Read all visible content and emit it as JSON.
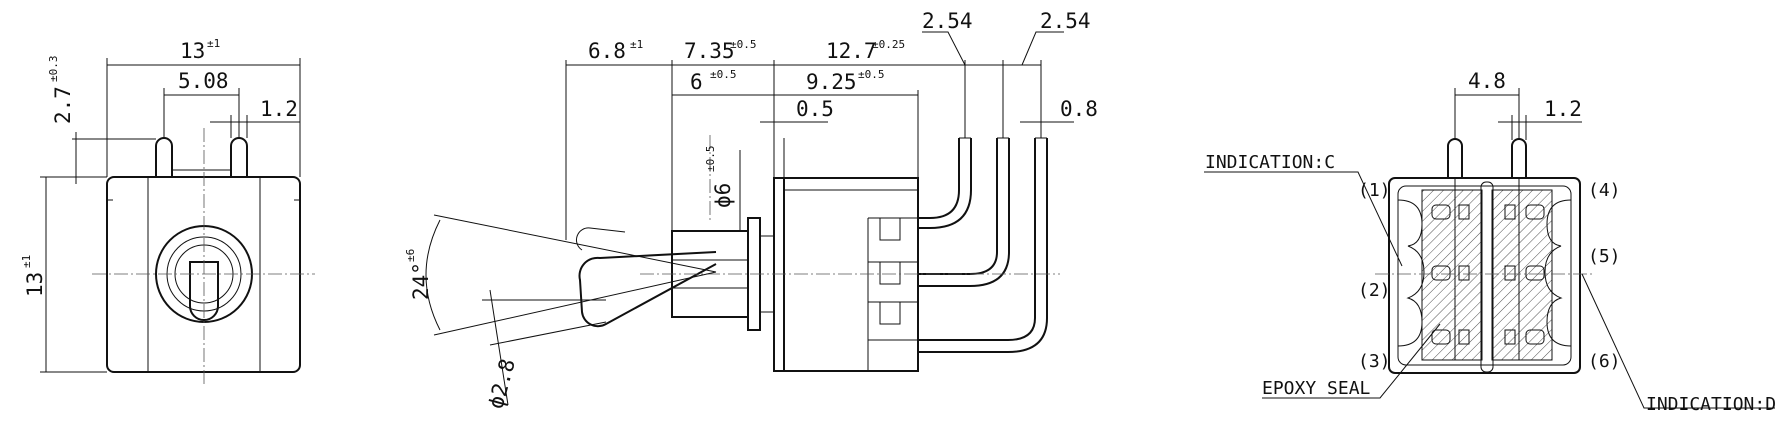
{
  "front_view": {
    "width_value": "13",
    "width_tol": "±1",
    "height_value": "13",
    "height_tol": "±1",
    "terminal_height_value": "2.7",
    "terminal_height_tol": "±0.3",
    "terminal_pitch": "5.08",
    "terminal_width": "1.2"
  },
  "side_view": {
    "lever_length_value": "6.8",
    "lever_length_tol": "±1",
    "bushing_length_value": "7.35",
    "bushing_length_tol": "±0.5",
    "thread_length_value": "6",
    "thread_length_tol": "±0.5",
    "body_length_value": "12.7",
    "body_length_tol": "±0.25",
    "body_to_terminal_value": "9.25",
    "body_to_terminal_tol": "±0.5",
    "plate_thickness": "0.5",
    "terminal_pitch_1": "2.54",
    "terminal_pitch_2": "2.54",
    "terminal_thickness": "0.8",
    "bushing_diameter_value": "ϕ6",
    "bushing_diameter_tol": "±0.5",
    "lever_angle_value": "24°",
    "lever_angle_tol": "±6",
    "lever_diameter": "ϕ2.8"
  },
  "bottom_view": {
    "terminal_pitch": "4.8",
    "terminal_width": "1.2",
    "indication_c": "INDICATION:C",
    "indication_d": "INDICATION:D",
    "epoxy_seal": "EPOXY SEAL",
    "pins": [
      "(1)",
      "(2)",
      "(3)",
      "(4)",
      "(5)",
      "(6)"
    ]
  }
}
